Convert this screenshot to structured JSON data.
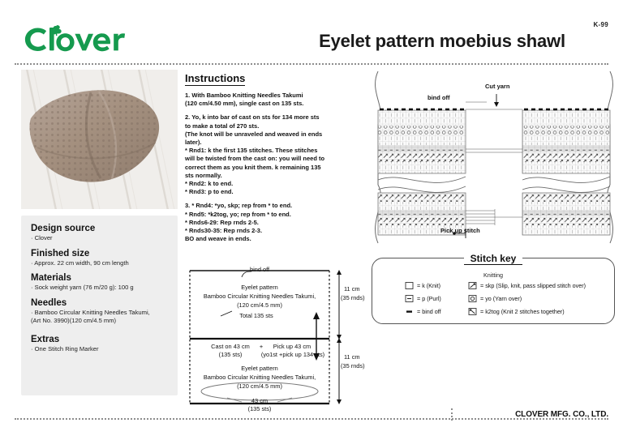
{
  "header": {
    "brand": "Clover",
    "code": "K-99",
    "title": "Eyelet pattern moebius shawl"
  },
  "photo": {
    "alt_name": "moebius-shawl-photo",
    "yarn_color": "#a8968a",
    "background_color": "#efedea"
  },
  "info": {
    "groups": [
      {
        "heading": "Design source",
        "items": [
          "· Clover"
        ]
      },
      {
        "heading": "Finished size",
        "items": [
          "· Approx. 22 cm width, 90 cm length"
        ]
      },
      {
        "heading": "Materials",
        "items": [
          "· Sock weight yarn (76 m/20 g): 100 g"
        ]
      },
      {
        "heading": "Needles",
        "items": [
          "· Bamboo Circular Knitting Needles Takumi,",
          "(Art No. 3990)(120 cm/4.5 mm)"
        ]
      },
      {
        "heading": "Extras",
        "items": [
          "· One Stitch Ring Marker"
        ]
      }
    ]
  },
  "instructions": {
    "heading": "Instructions",
    "blocks": [
      [
        "1. With Bamboo Knitting Needles Takumi",
        "(120 cm/4.50 mm), single cast on 135 sts."
      ],
      [
        "2. Yo, k into bar of cast on sts for 134 more sts",
        "to make a total of 270 sts.",
        "(The knot will be unraveled and weaved in ends",
        "later).",
        "* Rnd1: k the first 135 stitches. These stitches",
        "will be twisted from the cast on: you will need to",
        "correct them as you knit them. k remaining 135",
        "sts normally.",
        "* Rnd2: k to end.",
        "* Rnd3: p to end."
      ],
      [
        "3. * Rnd4: *yo, skp; rep from * to end.",
        "* Rnd5: *k2tog, yo; rep from * to end.",
        "* Rnds6-29: Rep rnds 2-5.",
        "* Rnds30-35: Rep rnds 2-3.",
        "BO and weave in ends."
      ]
    ]
  },
  "chart": {
    "bind_off_label": "bind off",
    "cut_yarn_label": "Cut yarn",
    "pick_up_label": "Pick up stitch"
  },
  "schematic": {
    "bind_off": "bind off",
    "top_pattern": [
      "Eyelet pattern",
      "Bamboo Circular Knitting Needles Takumi,",
      "(120 cm/4.5 mm)"
    ],
    "total_sts": "Total 135 sts",
    "cast_on": [
      "Cast on 43 cm",
      "(135 sts)"
    ],
    "plus": "+",
    "pick_up": [
      "Pick up 43 cm",
      "(yo1st +pick up 134 sts)"
    ],
    "bottom_pattern": [
      "Eyelet pattern",
      "Bamboo Circular Knitting Needles Takumi,",
      "(120 cm/4.5 mm)"
    ],
    "height_top": [
      "11 cm",
      "(35 rnds)"
    ],
    "height_bottom": [
      "11 cm",
      "(35 rnds)"
    ],
    "width_label": [
      "43 cm",
      "(135 sts)"
    ]
  },
  "stitch_key": {
    "title": "Stitch key",
    "subtitle": "Knitting",
    "left_column": [
      {
        "symbol": "knit-symbol",
        "text": "= k (Knit)"
      },
      {
        "symbol": "purl-symbol",
        "text": "= p (Purl)"
      },
      {
        "symbol": "bind-off-symbol",
        "text": "= bind off"
      }
    ],
    "right_column": [
      {
        "symbol": "skp-symbol",
        "text": "= skp (Slip, knit, pass slipped stitch over)"
      },
      {
        "symbol": "yarn-over-symbol",
        "text": "= yo (Yarn over)"
      },
      {
        "symbol": "k2tog-symbol",
        "text": "= k2tog (Knit 2 stitches together)"
      }
    ]
  },
  "footer": {
    "company": "CLOVER MFG. CO., LTD."
  },
  "colors": {
    "brand_green": "#159a4e",
    "panel_gray": "#eeeeee",
    "rule_gray": "#8d8d8d"
  }
}
